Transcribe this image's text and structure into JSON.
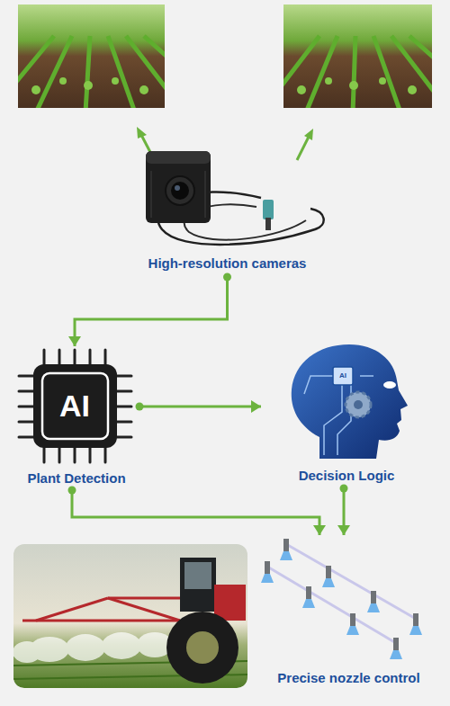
{
  "diagram": {
    "nodes": [
      {
        "text": [
          "High-resolution cameras"
        ]
      },
      {
        "text": [
          "AI",
          "Plant Detection"
        ]
      },
      {
        "text": [
          "AI",
          "Decision Logic"
        ]
      },
      {
        "text": [
          "Precise nozzle control"
        ]
      }
    ],
    "edges": [
      {
        "from": 0,
        "to": 1,
        "arrow": "to"
      },
      {
        "from": 1,
        "to": 2,
        "arrow": "to"
      },
      {
        "from": 1,
        "to": 3,
        "arrow": "to"
      },
      {
        "from": 2,
        "to": 3,
        "arrow": "to"
      }
    ]
  }
}
